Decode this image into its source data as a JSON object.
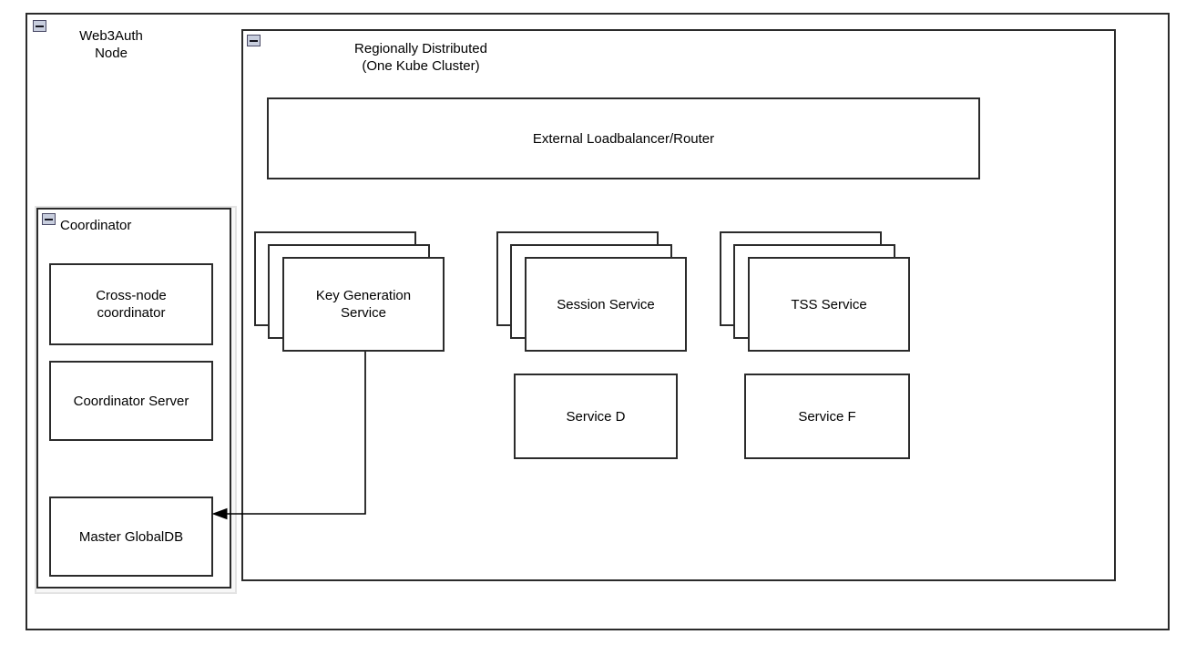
{
  "diagram": {
    "title": "Web3Auth Node architecture",
    "background": "#ffffff",
    "stroke": "#2b2b2b",
    "icon_fill": "#c8cede"
  },
  "containers": {
    "web3auth_node": {
      "label": "Web3Auth\nNode",
      "icon": "collapse-minus-icon"
    },
    "kube_cluster": {
      "label": "Regionally Distributed\n(One Kube Cluster)",
      "icon": "collapse-minus-icon"
    },
    "coordinator": {
      "label": "Coordinator",
      "icon": "collapse-minus-icon",
      "selected": "true"
    }
  },
  "coordinator_nodes": [
    {
      "label": "Cross-node\ncoordinator"
    },
    {
      "label": "Coordinator Server"
    },
    {
      "label": "Master GlobalDB"
    }
  ],
  "cluster_nodes": {
    "loadbalancer": {
      "label": "External Loadbalancer/Router"
    },
    "stacked_services": [
      {
        "label": "Key Generation\nService",
        "replicas": 3
      },
      {
        "label": "Session Service",
        "replicas": 3
      },
      {
        "label": "TSS Service",
        "replicas": 3
      }
    ],
    "plain_services": [
      {
        "label": "Service D"
      },
      {
        "label": "Service F"
      }
    ]
  },
  "connectors": [
    {
      "name": "keygen-to-masterdb",
      "from": "Key Generation Service",
      "to": "Master GlobalDB",
      "arrowhead": "filled-triangle"
    }
  ]
}
